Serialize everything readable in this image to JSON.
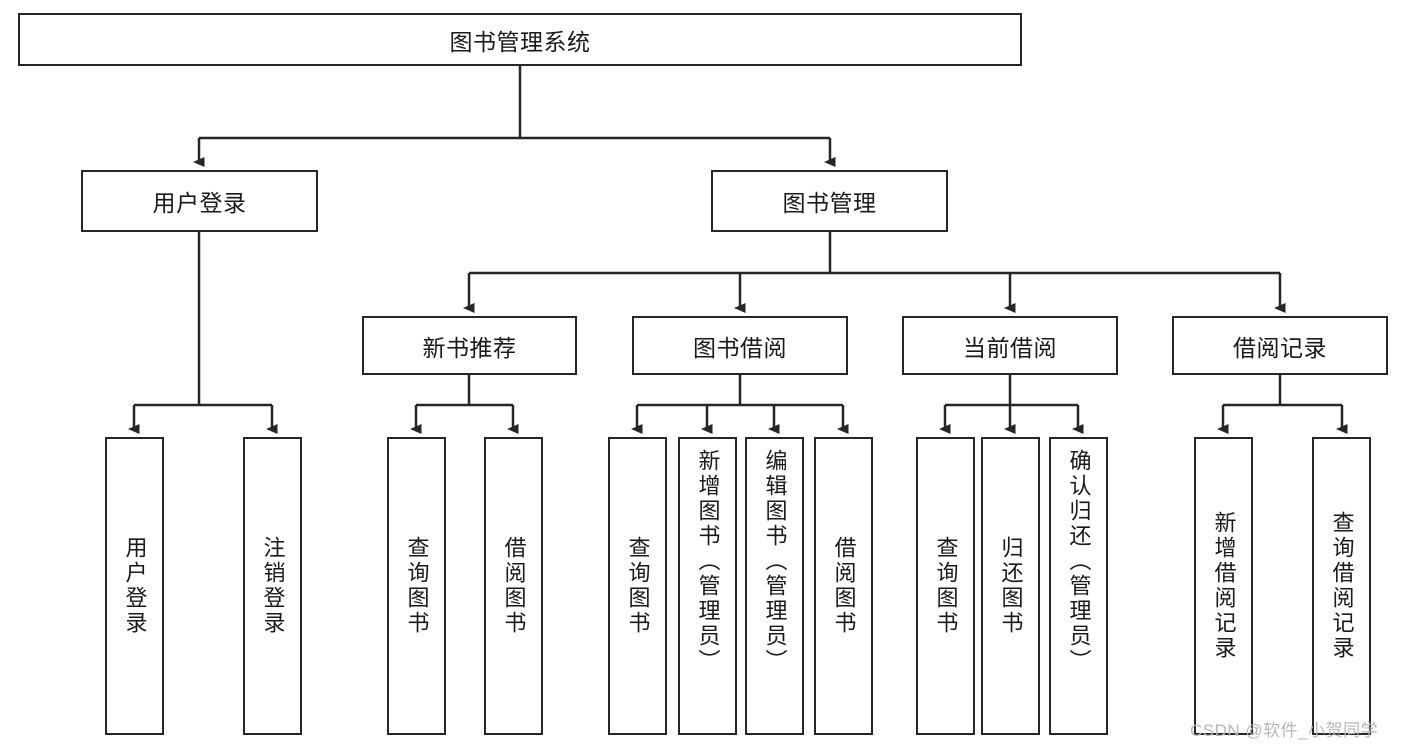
{
  "diagram": {
    "type": "tree-hierarchy-diagram",
    "title": "图书管理系统",
    "colors": {
      "box_border": "#262626",
      "box_fill": "#ffffff",
      "line": "#262626",
      "text": "#1a1a1a",
      "watermark": "#b7b7b7",
      "background": "#ffffff"
    },
    "nodes": {
      "root": {
        "label": "图书管理系统",
        "orientation": "horizontal"
      },
      "level2": [
        {
          "id": "user-login",
          "label": "用户登录",
          "orientation": "horizontal"
        },
        {
          "id": "book-management",
          "label": "图书管理",
          "orientation": "horizontal"
        }
      ],
      "level3": [
        {
          "id": "new-book-recommend",
          "label": "新书推荐",
          "orientation": "horizontal"
        },
        {
          "id": "book-borrow",
          "label": "图书借阅",
          "orientation": "horizontal"
        },
        {
          "id": "current-borrow",
          "label": "当前借阅",
          "orientation": "horizontal"
        },
        {
          "id": "borrow-record",
          "label": "借阅记录",
          "orientation": "horizontal"
        }
      ],
      "leaves": {
        "user_login": [
          {
            "id": "leaf-user-login",
            "label": "用户登录",
            "orientation": "vertical"
          },
          {
            "id": "leaf-logout-login",
            "label": "注销登录",
            "orientation": "vertical"
          }
        ],
        "new_book_recommend": [
          {
            "id": "leaf-query-book-1",
            "label": "查询图书",
            "orientation": "vertical"
          },
          {
            "id": "leaf-borrow-book-1",
            "label": "借阅图书",
            "orientation": "vertical"
          }
        ],
        "book_borrow": [
          {
            "id": "leaf-query-book-2",
            "label": "查询图书",
            "orientation": "vertical"
          },
          {
            "id": "leaf-add-book",
            "label": "新增图书（管理员）",
            "orientation": "vertical"
          },
          {
            "id": "leaf-edit-book",
            "label": "编辑图书（管理员）",
            "orientation": "vertical"
          },
          {
            "id": "leaf-borrow-book-2",
            "label": "借阅图书",
            "orientation": "vertical"
          }
        ],
        "current_borrow": [
          {
            "id": "leaf-query-book-3",
            "label": "查询图书",
            "orientation": "vertical"
          },
          {
            "id": "leaf-return-book",
            "label": "归还图书",
            "orientation": "vertical"
          },
          {
            "id": "leaf-confirm-return",
            "label": "确认归还（管理员）",
            "orientation": "vertical"
          }
        ],
        "borrow_record": [
          {
            "id": "leaf-add-borrow-record",
            "label": "新增借阅记录",
            "orientation": "vertical"
          },
          {
            "id": "leaf-query-borrow-record",
            "label": "查询借阅记录",
            "orientation": "vertical"
          }
        ]
      }
    },
    "watermark": "CSDN @软件_小贺同学"
  }
}
